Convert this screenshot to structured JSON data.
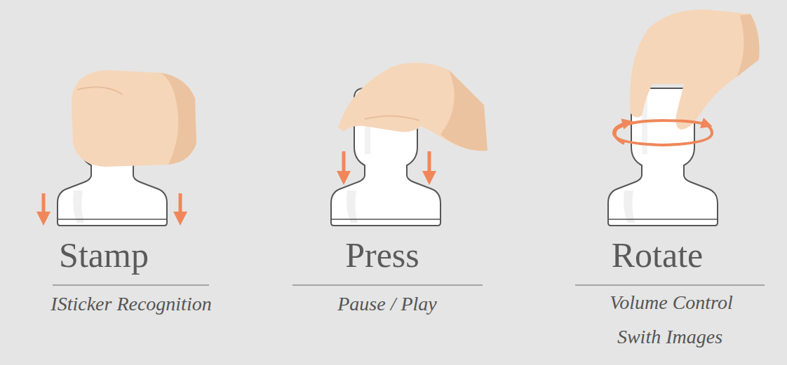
{
  "diagram": {
    "labels": [
      "Stamp",
      "ISticker Recognition",
      "Press",
      "Pause / Play",
      "Rotate",
      "Volume Control",
      "Swith Images"
    ]
  }
}
